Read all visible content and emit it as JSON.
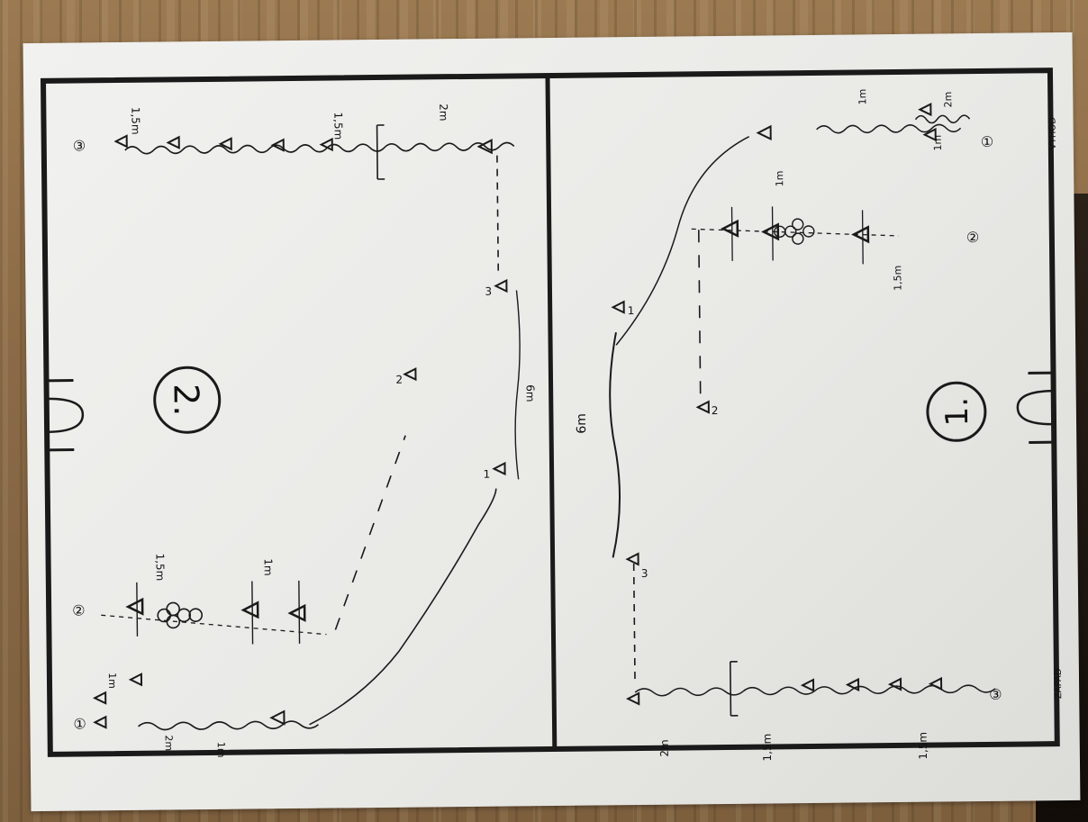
{
  "side_labels": {
    "left_bottom": "ZAPAD",
    "right_top": "VYHOD"
  },
  "panel_two": {
    "number": "2.",
    "distance_labels": {
      "d15_top": "1,5m",
      "d15_mid": "1,5m",
      "d2": "2m",
      "d6": "6m",
      "d15_bottom": "1,5m",
      "d1": "1m",
      "d1_left": "1m",
      "d2_left": "2m",
      "d1_bottom": "1m"
    },
    "station_labels": {
      "s1": "1",
      "s2": "2",
      "s3": "3",
      "start1": "①",
      "start2": "②",
      "start3": "③"
    }
  },
  "panel_one": {
    "number": "1.",
    "distance_labels": {
      "d1_top": "1m",
      "d2_top": "2m",
      "d1_right": "1m",
      "d1m": "1m",
      "d15": "1,5m",
      "d6": "6m",
      "d2": "2m",
      "d15_a": "1,5m",
      "d15_b": "1,5m"
    },
    "station_labels": {
      "s1": "1",
      "s2": "2",
      "s3": "3",
      "start1": "①",
      "start2": "②",
      "start3": "③"
    }
  }
}
